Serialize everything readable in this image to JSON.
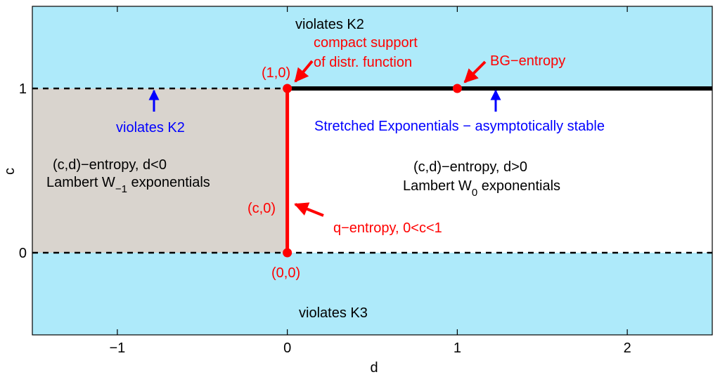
{
  "chart_data": {
    "type": "region-diagram",
    "xlabel": "d",
    "ylabel": "c",
    "xlim": [
      -1.5,
      2.5
    ],
    "ylim": [
      -0.5,
      1.5
    ],
    "xticks": [
      -1,
      0,
      1,
      2
    ],
    "xtick_labels": [
      "−1",
      "0",
      "1",
      "2"
    ],
    "yticks": [
      0,
      1
    ],
    "ytick_labels": [
      "0",
      "1"
    ],
    "grid": false,
    "colors": {
      "violates_region": "#aeeafa",
      "lambert_minus1_region": "#d9d4ce",
      "red": "#ff0000",
      "blue": "#0000ff",
      "black": "#000000"
    },
    "regions": [
      {
        "id": "violates-k2-top",
        "x": [
          -1.5,
          2.5
        ],
        "y": [
          1,
          1.5
        ],
        "color": "#aeeafa"
      },
      {
        "id": "violates-k3-bottom",
        "x": [
          -1.5,
          2.5
        ],
        "y": [
          -0.5,
          0
        ],
        "color": "#aeeafa"
      },
      {
        "id": "lambert-w-1",
        "x": [
          -1.5,
          0
        ],
        "y": [
          0,
          1
        ],
        "color": "#d9d4ce"
      },
      {
        "id": "lambert-w0",
        "x": [
          0,
          2.5
        ],
        "y": [
          0,
          1
        ],
        "color": "#ffffff"
      }
    ],
    "lines": [
      {
        "id": "c-equals-1-dashed",
        "x": [
          -1.5,
          0
        ],
        "y": [
          1,
          1
        ],
        "style": "dashed",
        "color": "#000000"
      },
      {
        "id": "c-equals-0-dashed",
        "x": [
          -1.5,
          2.5
        ],
        "y": [
          0,
          0
        ],
        "style": "dashed",
        "color": "#000000"
      },
      {
        "id": "stretched-exponentials-line",
        "x": [
          0,
          2.5
        ],
        "y": [
          1,
          1
        ],
        "style": "solid",
        "color": "#000000"
      },
      {
        "id": "q-entropy-line",
        "x": [
          0,
          0
        ],
        "y": [
          0,
          1
        ],
        "style": "solid",
        "color": "#ff0000"
      }
    ],
    "points": [
      {
        "id": "point-1-0",
        "x": 0,
        "y": 1,
        "label": "(1,0)"
      },
      {
        "id": "point-0-0",
        "x": 0,
        "y": 0,
        "label": "(0,0)"
      },
      {
        "id": "point-bg",
        "x": 1,
        "y": 1,
        "label": "BG−entropy"
      }
    ],
    "annotations": {
      "violates_k2_top": "violates K2",
      "violates_k2_left": "violates K2",
      "violates_k3": "violates K3",
      "compact_support_1": "compact support",
      "compact_support_2": "of distr. function",
      "bg_entropy": "BG−entropy",
      "stretched": "Stretched Exponentials − asymptotically stable",
      "cd_neg_1": "(c,d)−entropy, d<0",
      "cd_neg_2_prefix": "Lambert W",
      "cd_neg_2_sub": "−1",
      "cd_neg_2_suffix": " exponentials",
      "cd_pos_1": "(c,d)−entropy, d>0",
      "cd_pos_2_prefix": "Lambert W",
      "cd_pos_2_sub": "0",
      "cd_pos_2_suffix": " exponentials",
      "c0_label": "(c,0)",
      "q_entropy": "q−entropy, 0<c<1",
      "p10_label": "(1,0)",
      "p00_label": "(0,0)"
    }
  }
}
